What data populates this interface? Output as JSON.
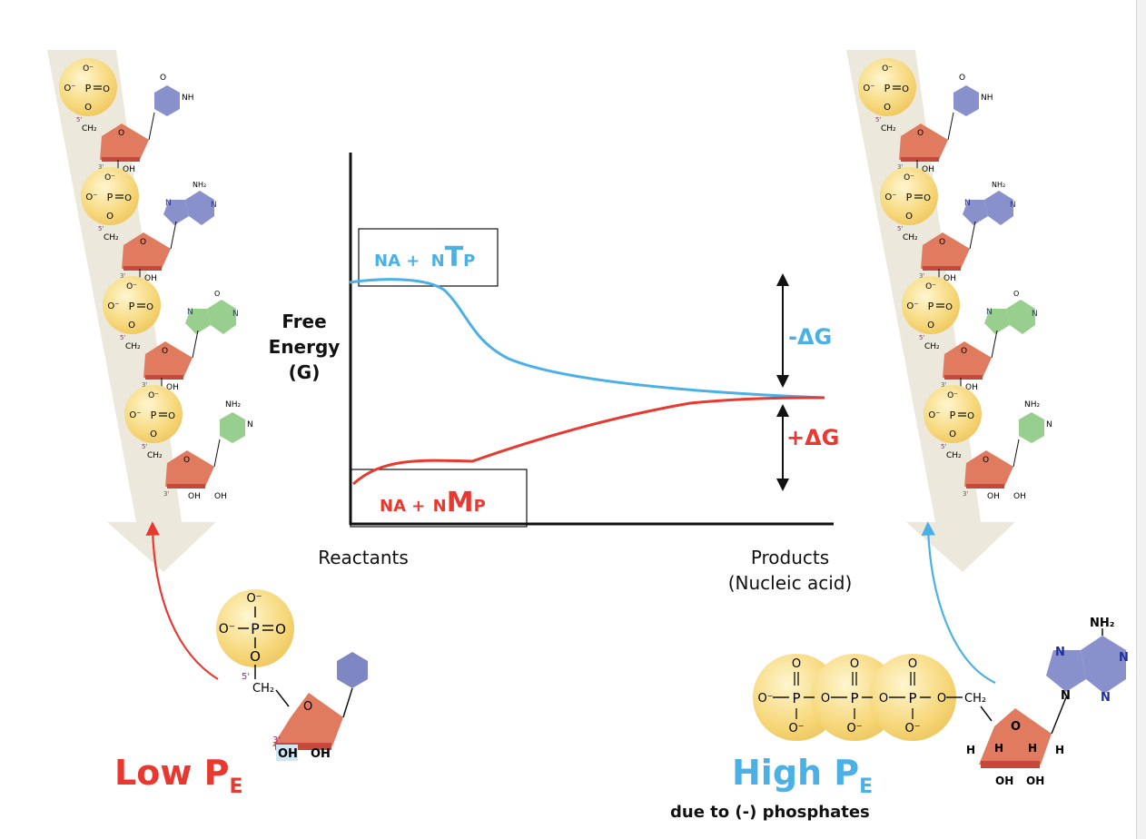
{
  "graph": {
    "y_axis_title": [
      "Free",
      "Energy",
      "(G)"
    ],
    "x_labels": {
      "reactants": "Reactants",
      "products_line1": "Products",
      "products_line2": "(Nucleic acid)"
    },
    "ntp_label": {
      "prefix": "NA + ",
      "small": "N",
      "big": "T",
      "suffix": "P"
    },
    "nmp_label": {
      "prefix": "NA + ",
      "small": "N",
      "big": "M",
      "suffix": "P"
    },
    "neg_dg": "-ΔG",
    "pos_dg": "+ΔG"
  },
  "left_molecule": {
    "label_main": "Low P",
    "label_sub": "E",
    "atoms": {
      "o_minus": "O⁻",
      "p": "P",
      "o": "O",
      "ch2": "CH₂",
      "prime5": "5'",
      "prime3": "3'",
      "oh": "OH"
    }
  },
  "right_molecule": {
    "label_main": "High P",
    "label_sub": "E",
    "note": "due to (-) phosphates",
    "atoms": {
      "o_minus": "O⁻",
      "p": "P",
      "o": "O",
      "ch2": "CH₂",
      "h": "H",
      "oh": "OH",
      "n": "N",
      "nh2": "NH₂"
    }
  },
  "strand": {
    "atoms": {
      "o_minus": "O⁻",
      "p": "P",
      "o": "O",
      "ch2": "CH₂",
      "oh": "OH",
      "prime5": "5'",
      "prime3": "3'",
      "nh": "NH",
      "nh2": "NH₂",
      "n": "N"
    }
  },
  "colors": {
    "ntp_curve": "#4bb0e6",
    "nmp_curve": "#e8382f",
    "phosphate": "#f6d779",
    "sugar": "#e07b60",
    "pyrimidine_blue": "#8891cc",
    "purine_blue": "#8891cc",
    "base_green": "#98cf8f",
    "strand_band": "#ece8dc"
  }
}
